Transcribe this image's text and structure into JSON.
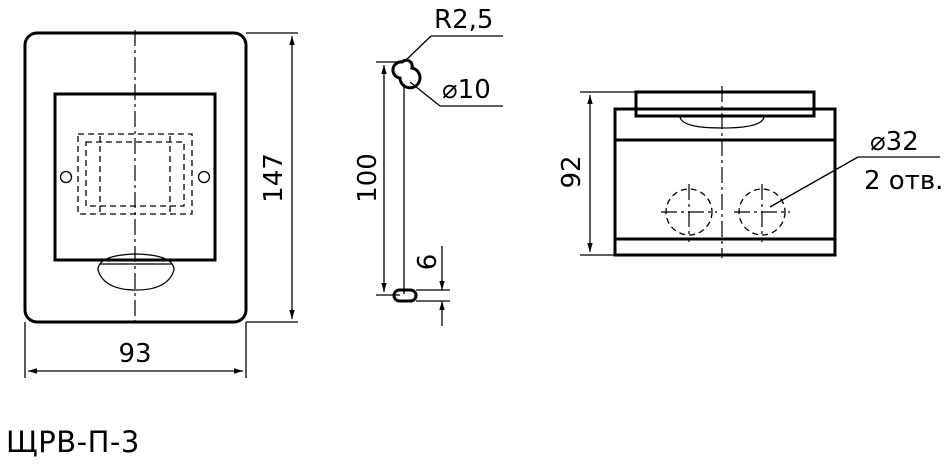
{
  "title": "ЩРВ-П-3",
  "dimensions": {
    "front_width": "93",
    "front_height": "147",
    "mount_spacing": "100",
    "slot_width": "6",
    "keyhole_radius": "R2,5",
    "keyhole_diameter": "⌀10",
    "side_height": "92",
    "hole_diameter": "⌀32",
    "hole_count": "2 отв."
  }
}
